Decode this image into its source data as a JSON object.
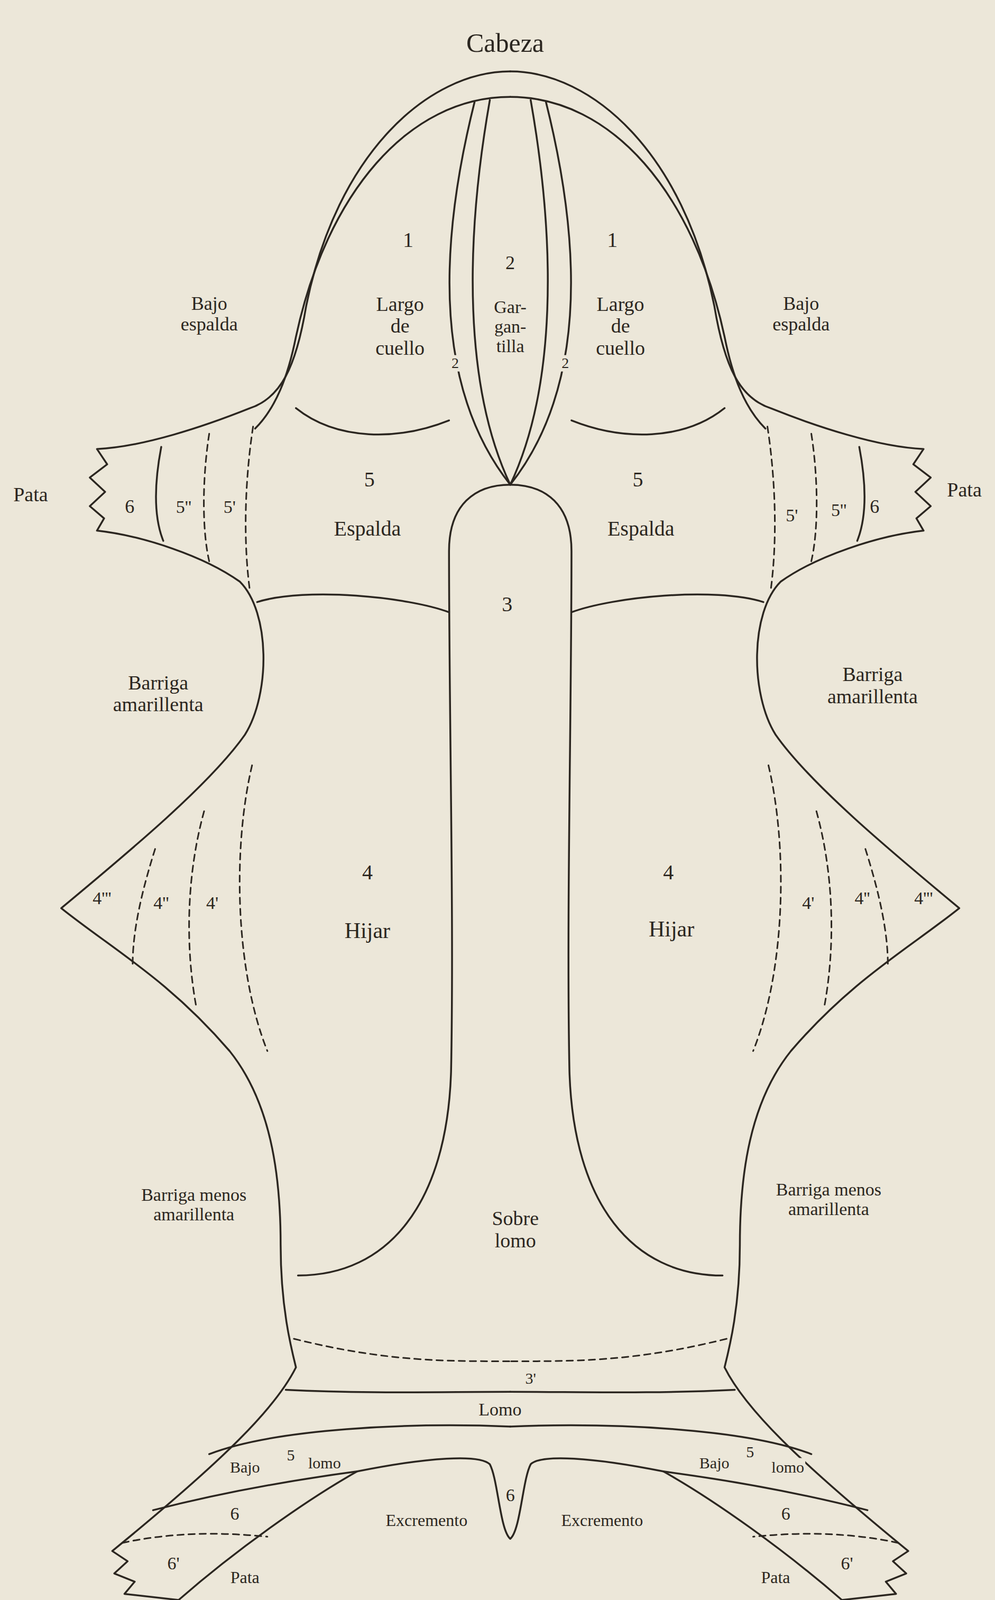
{
  "diagram": {
    "nodes": [
      {
        "text": [
          "1",
          "Largo de cuello"
        ]
      },
      {
        "text": [
          "2",
          "Gar- gan- tilla"
        ]
      },
      {
        "text": [
          "1",
          "Largo de cuello"
        ]
      },
      {
        "text": [
          "5",
          "Espalda"
        ]
      },
      {
        "text": [
          "3",
          "Sobre lomo"
        ]
      },
      {
        "text": [
          "5",
          "Espalda"
        ]
      },
      {
        "text": [
          "4",
          "Hijar"
        ]
      },
      {
        "text": [
          "4",
          "Hijar"
        ]
      },
      {
        "text": [
          "3'",
          "Lomo"
        ]
      },
      {
        "text": [
          "Bajo",
          "5",
          "lomo"
        ]
      },
      {
        "text": [
          "Bajo",
          "5",
          "lomo"
        ]
      }
    ],
    "labels": [
      "Cabeza",
      "Bajo espalda",
      "Bajo espalda",
      "2",
      "2",
      "Pata",
      "6",
      "5''",
      "5'",
      "5'",
      "5''",
      "6",
      "Pata",
      "Barriga amarillenta",
      "Barriga amarillenta",
      "4'''",
      "4''",
      "4'",
      "4'",
      "4''",
      "4'''",
      "Barriga menos amarillenta",
      "Barriga menos amarillenta",
      "6",
      "6'",
      "Excremento",
      "6",
      "Excremento",
      "6",
      "6'",
      "Pata",
      "Pata"
    ]
  }
}
